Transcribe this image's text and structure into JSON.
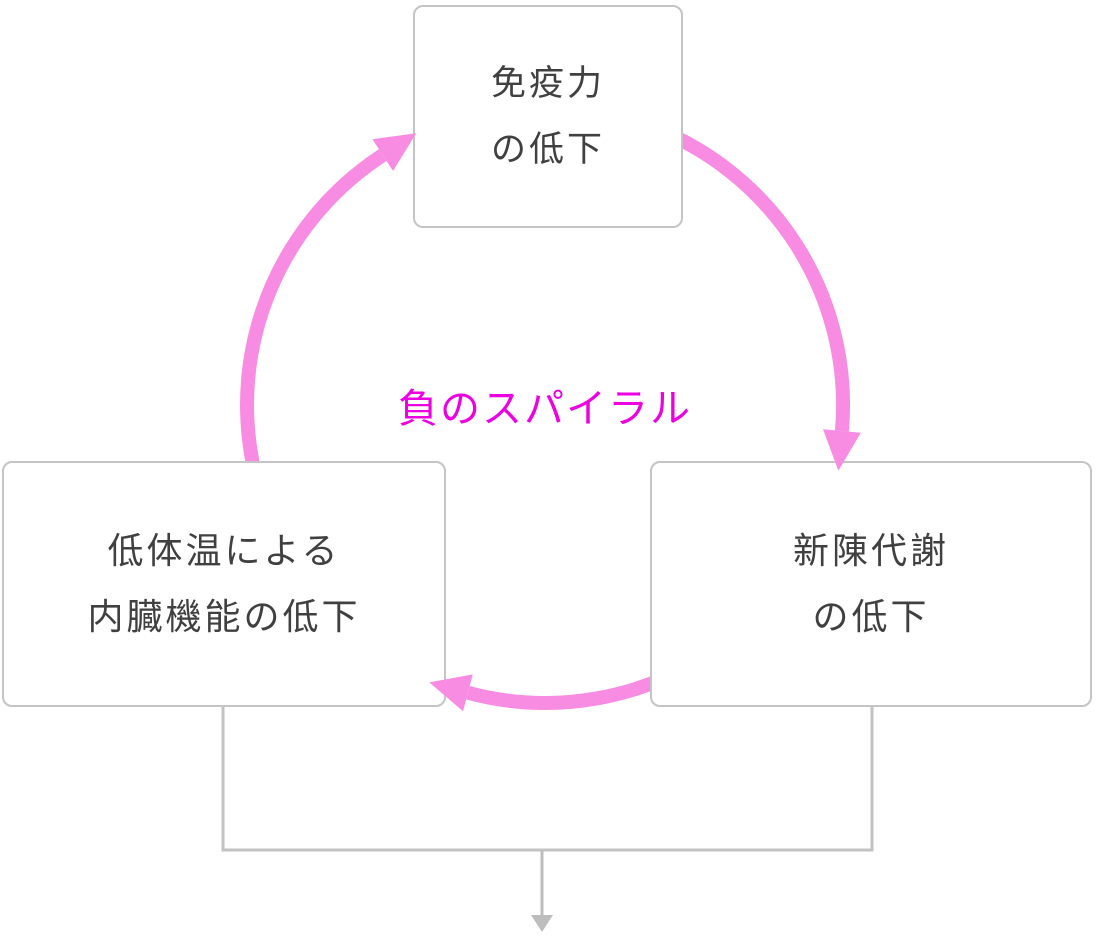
{
  "diagram": {
    "type": "cycle-diagram",
    "center_label": "負のスパイラル",
    "nodes": {
      "top": {
        "line1": "免疫力",
        "line2": "の低下"
      },
      "right": {
        "line1": "新陳代謝",
        "line2": "の低下"
      },
      "left": {
        "line1": "低体温による",
        "line2": "内臓機能の低下"
      }
    },
    "flow": "clockwise: left-node -> top-node -> right-node -> left-node, then merged output arrow downward",
    "colors": {
      "cycle_arrow": "#F78CE2",
      "center_label_text": "#EC00E2",
      "box_border": "#C4C4C4",
      "connector_line": "#C2C2C2",
      "down_arrow": "#BDBDBD",
      "node_text": "#404040"
    }
  }
}
